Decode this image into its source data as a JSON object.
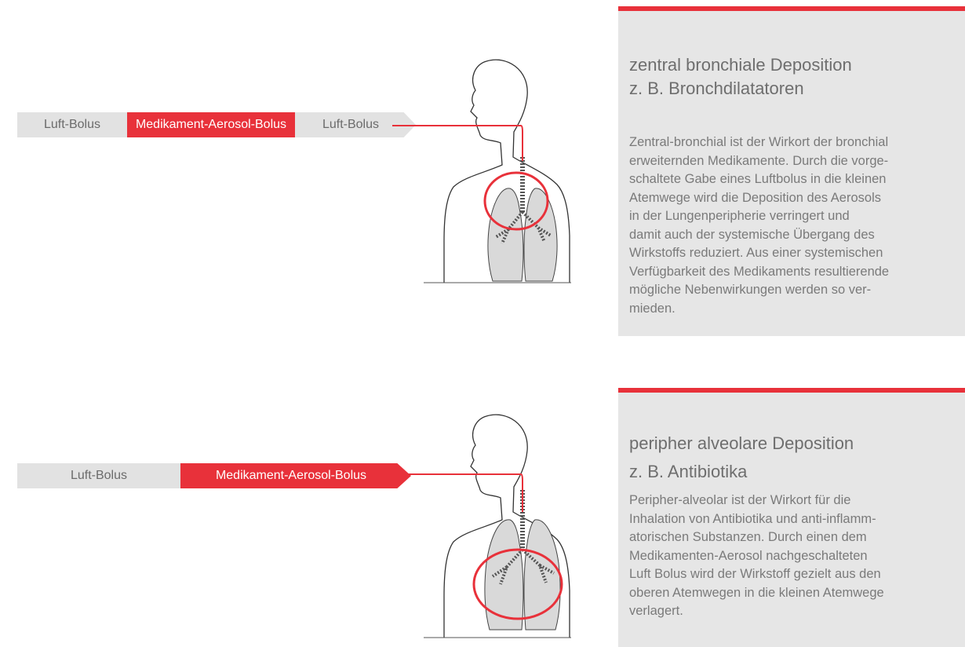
{
  "colors": {
    "accent": "#e8313a",
    "bolus_gray": "#e2e2e2",
    "panel_gray": "#e6e6e6",
    "lung_fill": "#d9d9d9"
  },
  "sections": [
    {
      "bolus_sequence": [
        {
          "label": "Luft-Bolus",
          "kind": "air"
        },
        {
          "label": "Medikament-Aerosol-Bolus",
          "kind": "medication"
        },
        {
          "label": "Luft-Bolus",
          "kind": "air"
        }
      ],
      "target_region": "central bronchial",
      "heading": "zentral bronchiale Deposition",
      "subheading": "z. B. Bronchdilatatoren",
      "body_lines": [
        "Zentral-bronchial ist der Wirkort der bronchial",
        "erweiternden Medikamente. Durch die vorge-",
        "schaltete Gabe eines Luftbolus in die kleinen",
        "Atemwege wird die Deposition des Aerosols",
        "in der Lungenperipherie verringert und",
        "damit auch der systemische Übergang des",
        "Wirkstoffs reduziert. Aus einer systemischen",
        "Verfügbarkeit des Medikaments resultierende",
        "mögliche Nebenwirkungen werden so ver-",
        "mieden."
      ]
    },
    {
      "bolus_sequence": [
        {
          "label": "Luft-Bolus",
          "kind": "air"
        },
        {
          "label": "Medikament-Aerosol-Bolus",
          "kind": "medication"
        }
      ],
      "target_region": "peripheral alveolar",
      "heading": "peripher alveolare Deposition",
      "subheading": "z. B. Antibiotika",
      "body_lines": [
        "Peripher-alveolar ist der Wirkort für die",
        "Inhalation von Antibiotika und anti-inflamm-",
        "atorischen Substanzen. Durch einen dem",
        "Medikamenten-Aerosol nachgeschalteten",
        "Luft Bolus wird der Wirkstoff gezielt aus den",
        "oberen Atemwegen in die kleinen Atemwege",
        "verlagert."
      ]
    }
  ]
}
